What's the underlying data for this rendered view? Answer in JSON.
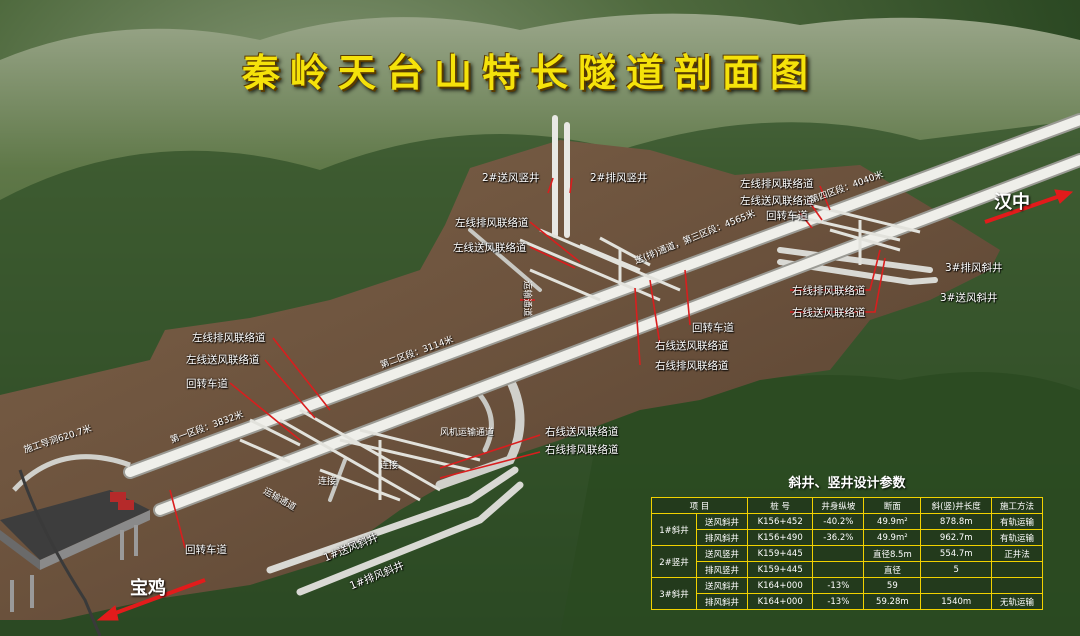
{
  "title": "秦岭天台山特长隧道剖面图",
  "cities": {
    "west": "宝鸡",
    "east": "汉中"
  },
  "labels": {
    "shaft2_supply": "2#送风竖井",
    "shaft2_exhaust": "2#排风竖井",
    "left_exhaust_conn_a": "左线排风联络道",
    "left_supply_conn_a": "左线送风联络道",
    "transport_tunnel": "运输通道",
    "left_exhaust_conn_b": "左线排风联络道",
    "left_supply_conn_b": "左线送风联络道",
    "turnaround_a": "回转车道",
    "left_exhaust_conn_c": "左线排风联络道",
    "left_supply_conn_c": "左线送风联络道",
    "turnaround_b": "回转车道",
    "right_supply_conn_a": "右线送风联络道",
    "right_exhaust_conn_a": "右线排风联络道",
    "turnaround_c": "回转车道",
    "right_exhaust_conn_b": "右线排风联络道",
    "right_supply_conn_b": "右线送风联络道",
    "incline3_exhaust": "3#排风斜井",
    "incline3_supply": "3#送风斜井",
    "right_supply_conn_c": "右线送风联络道",
    "right_exhaust_conn_c": "右线排风联络道",
    "fan_transport": "风机运输通道",
    "incline1_supply": "1#送风斜井",
    "incline1_exhaust": "1#排风斜井",
    "turnaround_d": "回转车道",
    "pilot_tunnel": "施工导洞620.7米",
    "zone1": "第一区段：3832米",
    "zone2": "第二区段：3114米",
    "zone3": "送(排)通道，第三区段：4565米",
    "zone4": "第四区段：4040米",
    "connect_a": "连接",
    "connect_b": "连接",
    "transport_b": "运输通道"
  },
  "table": {
    "title": "斜井、竖井设计参数",
    "headers": [
      "项  目",
      "桩  号",
      "井身纵坡",
      "断面",
      "斜(竖)井长度",
      "施工方法"
    ],
    "groups": [
      {
        "name": "1#斜井",
        "rows": [
          [
            "送风斜井",
            "K156+452",
            "-40.2%",
            "49.9m²",
            "878.8m",
            "有轨运输"
          ],
          [
            "排风斜井",
            "K156+490",
            "-36.2%",
            "49.9m²",
            "962.7m",
            "有轨运输"
          ]
        ]
      },
      {
        "name": "2#竖井",
        "rows": [
          [
            "送风竖井",
            "K159+445",
            "",
            "直径8.5m",
            "554.7m",
            "正井法"
          ],
          [
            "排风竖井",
            "K159+445",
            "",
            "直径",
            "5",
            ""
          ]
        ]
      },
      {
        "name": "3#斜井",
        "rows": [
          [
            "送风斜井",
            "K164+000",
            "-13%",
            "59",
            "",
            ""
          ],
          [
            "排风斜井",
            "K164+000",
            "-13%",
            "59.28m",
            "1540m",
            "无轨运输"
          ]
        ]
      }
    ]
  },
  "colors": {
    "title": "#f5e20a",
    "arrow": "#e21b1b",
    "leader": "#d91e1e",
    "table_border": "#f1d200"
  }
}
